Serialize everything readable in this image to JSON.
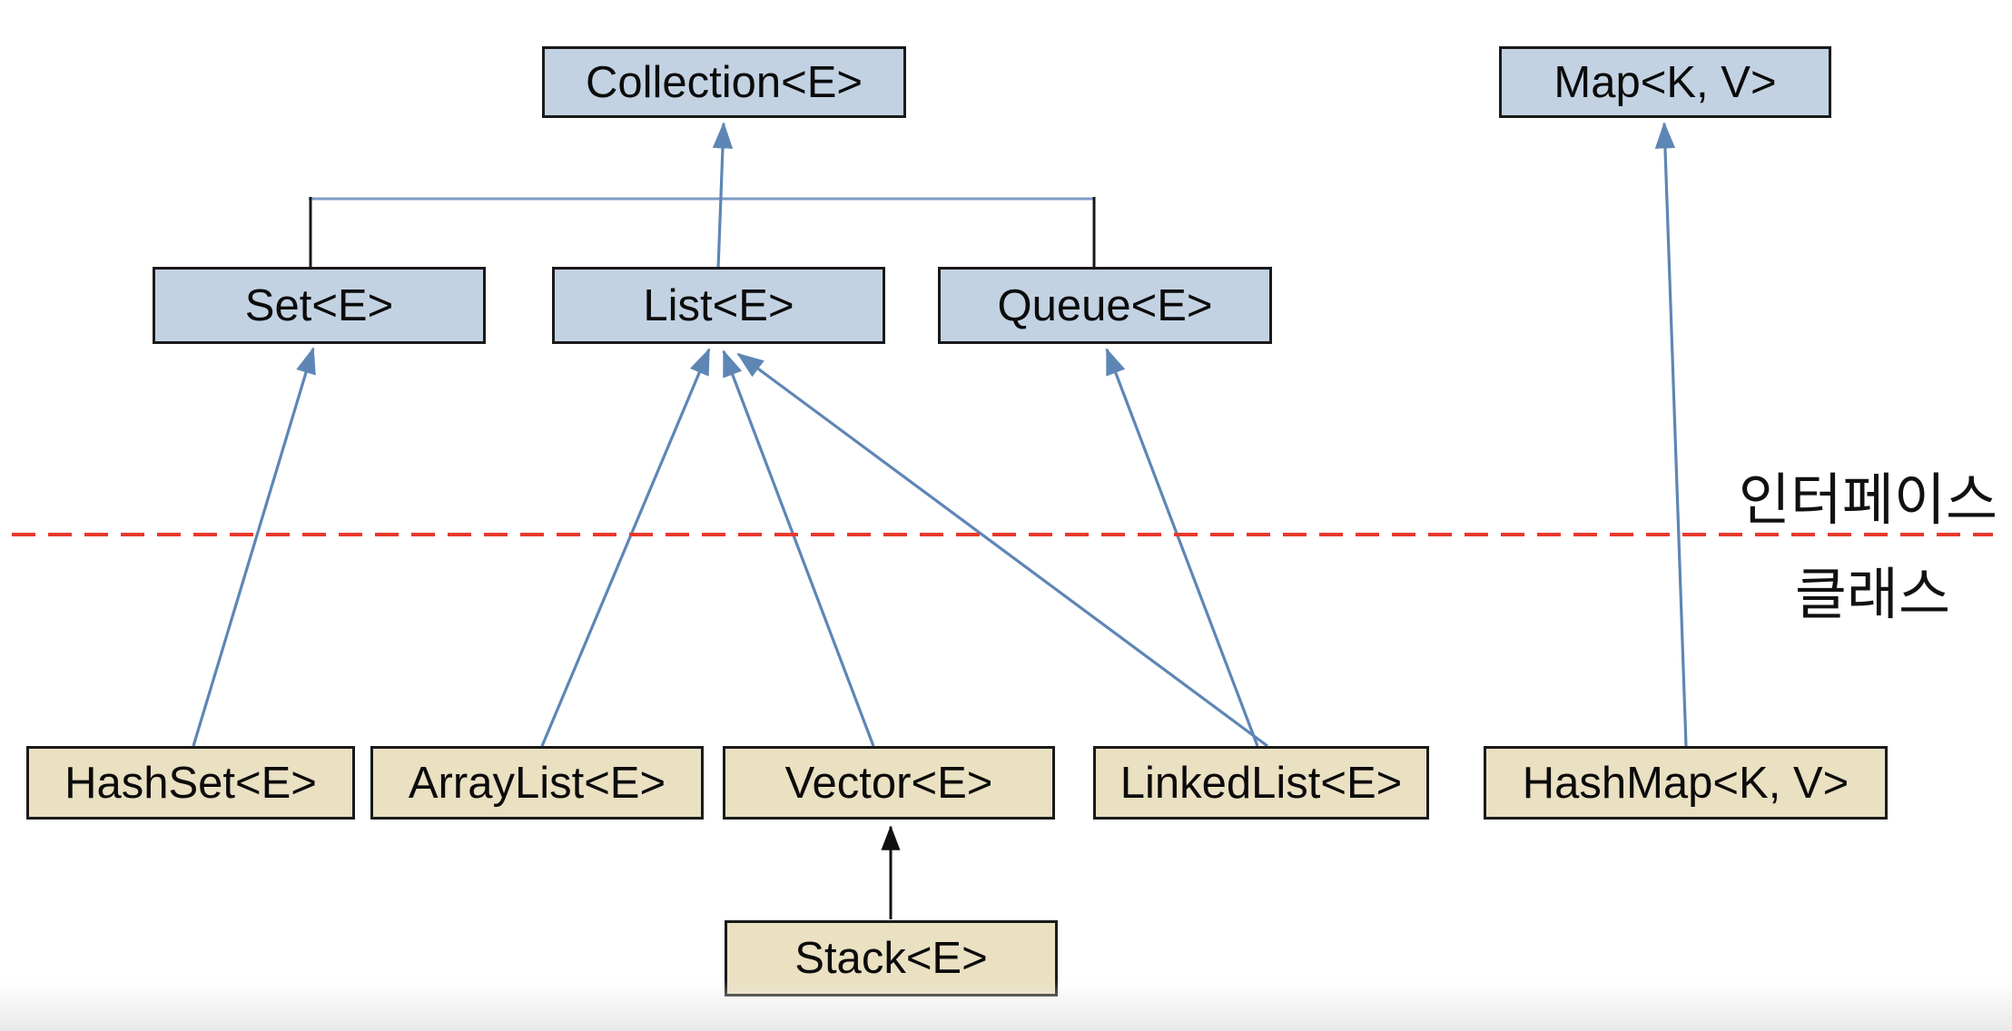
{
  "diagram": {
    "description": "Java collections hierarchy diagram",
    "region_labels": {
      "above_divider": "인터페이스",
      "below_divider": "클래스"
    },
    "nodes": {
      "collection": {
        "label": "Collection<E>",
        "kind": "interface"
      },
      "map": {
        "label": "Map<K, V>",
        "kind": "interface"
      },
      "set": {
        "label": "Set<E>",
        "kind": "interface"
      },
      "list": {
        "label": "List<E>",
        "kind": "interface"
      },
      "queue": {
        "label": "Queue<E>",
        "kind": "interface"
      },
      "hashset": {
        "label": "HashSet<E>",
        "kind": "class"
      },
      "arraylist": {
        "label": "ArrayList<E>",
        "kind": "class"
      },
      "vector": {
        "label": "Vector<E>",
        "kind": "class"
      },
      "linkedlist": {
        "label": "LinkedList<E>",
        "kind": "class"
      },
      "hashmap": {
        "label": "HashMap<K, V>",
        "kind": "class"
      },
      "stack": {
        "label": "Stack<E>",
        "kind": "class"
      }
    },
    "edges": [
      {
        "from": "Set<E>",
        "to": "Collection<E>",
        "style": "elbow-connector"
      },
      {
        "from": "Queue<E>",
        "to": "Collection<E>",
        "style": "elbow-connector"
      },
      {
        "from": "List<E>",
        "to": "Collection<E>",
        "style": "blue-arrow"
      },
      {
        "from": "HashSet<E>",
        "to": "Set<E>",
        "style": "blue-arrow"
      },
      {
        "from": "ArrayList<E>",
        "to": "List<E>",
        "style": "blue-arrow"
      },
      {
        "from": "Vector<E>",
        "to": "List<E>",
        "style": "blue-arrow"
      },
      {
        "from": "LinkedList<E>",
        "to": "List<E>",
        "style": "blue-arrow"
      },
      {
        "from": "LinkedList<E>",
        "to": "Queue<E>",
        "style": "blue-arrow"
      },
      {
        "from": "HashMap<K, V>",
        "to": "Map<K, V>",
        "style": "blue-arrow"
      },
      {
        "from": "Stack<E>",
        "to": "Vector<E>",
        "style": "black-arrow"
      }
    ],
    "divider": {
      "style": "dashed",
      "orientation": "horizontal"
    },
    "colors": {
      "interface_node_fill": "#c3d2e2",
      "class_node_fill": "#eae0c2",
      "node_border": "#1a1a1a",
      "arrow_blue": "#5e86b5",
      "connector_blue": "#7d9dc6",
      "arrow_black": "#111111",
      "divider_red": "#e8392c",
      "region_label_color": "#111111"
    }
  }
}
